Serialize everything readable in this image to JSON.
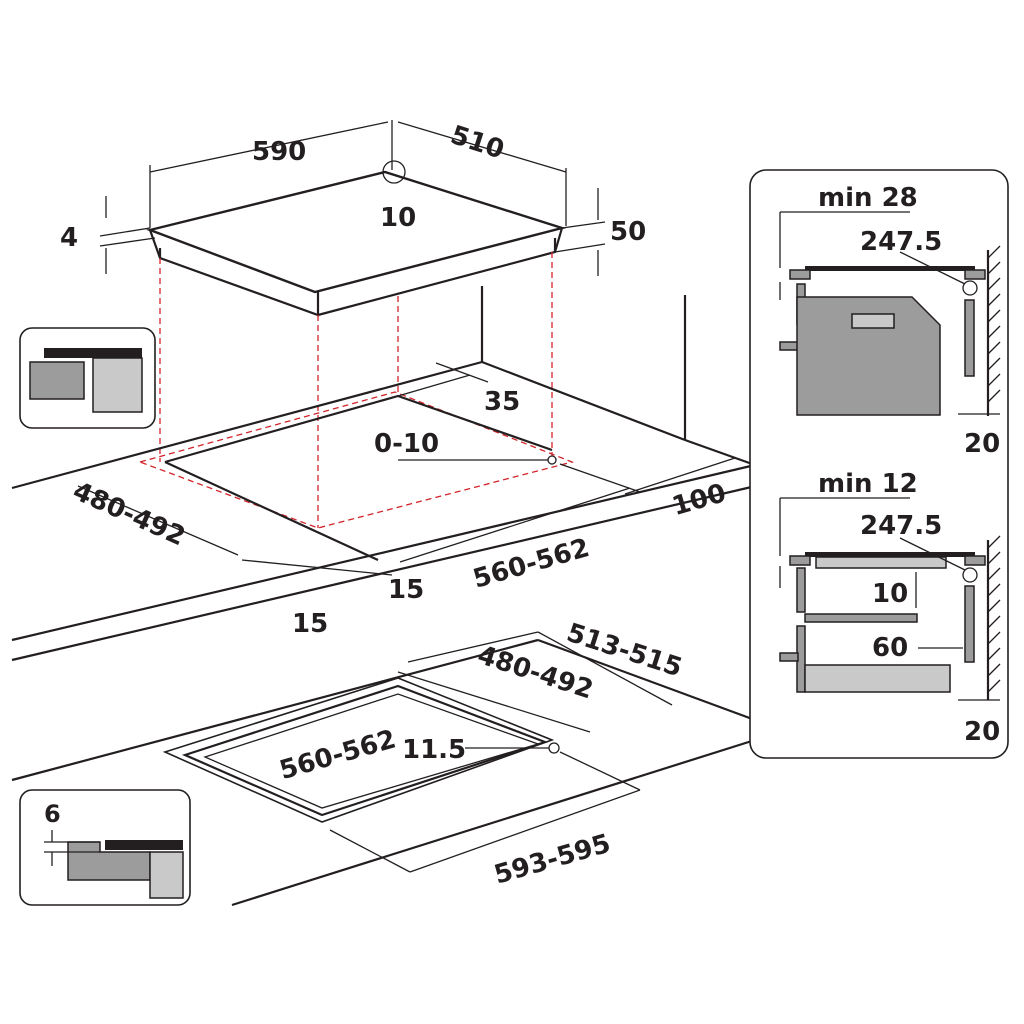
{
  "hob": {
    "width": "590",
    "depth": "510",
    "corner_radius": "10",
    "glass_thickness": "4",
    "height": "50"
  },
  "flush_cutout": {
    "rear_gap": "35",
    "corner_radius": "0-10",
    "rear_clearance": "100",
    "depth": "480-492",
    "width": "560-562",
    "gap_right": "15",
    "gap_front": "15"
  },
  "recess": {
    "outer_depth": "513-515",
    "inner_depth": "480-492",
    "inner_width": "560-562",
    "corner_radius": "11.5",
    "outer_width": "593-595",
    "depth_inset": "6"
  },
  "side_view_top": {
    "min_gap": "min 28",
    "offset": "247.5",
    "wall_gap": "20"
  },
  "side_view_bottom": {
    "min_gap": "min 12",
    "offset": "247.5",
    "shelf_gap": "10",
    "shelf_clearance": "60",
    "wall_gap": "20"
  }
}
